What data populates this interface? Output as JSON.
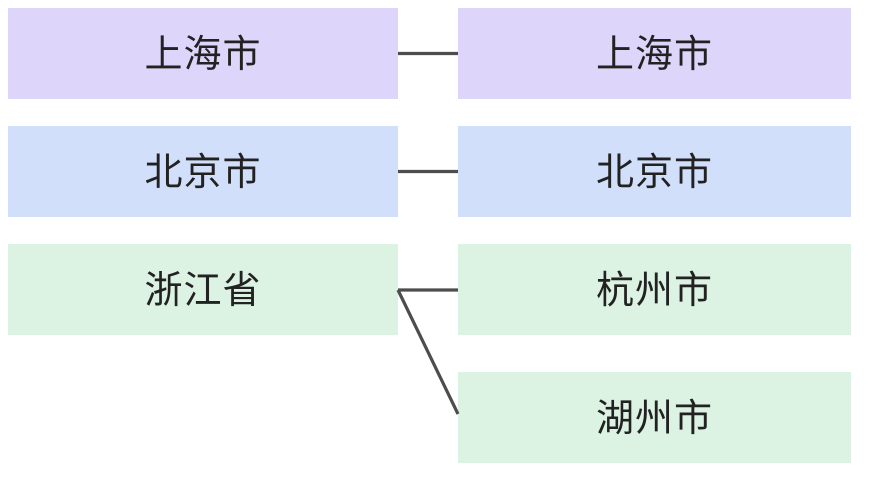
{
  "diagram": {
    "type": "mapping-diagram",
    "title": "",
    "colors": {
      "purple": "#DED6FA",
      "blue": "#D2DFFA",
      "green": "#DCF2E2",
      "connector": "#4D4D4D",
      "text": "#222222",
      "background": "#FFFFFF"
    },
    "left_column": [
      {
        "label": "上海市",
        "color_key": "purple"
      },
      {
        "label": "北京市",
        "color_key": "blue"
      },
      {
        "label": "浙江省",
        "color_key": "green"
      }
    ],
    "right_column": [
      {
        "label": "上海市",
        "color_key": "purple"
      },
      {
        "label": "北京市",
        "color_key": "blue"
      },
      {
        "label": "杭州市",
        "color_key": "green"
      },
      {
        "label": "湖州市",
        "color_key": "green"
      }
    ],
    "connectors": [
      {
        "from": "上海市",
        "to": "上海市",
        "kind": "straight"
      },
      {
        "from": "北京市",
        "to": "北京市",
        "kind": "straight"
      },
      {
        "from": "浙江省",
        "to": "杭州市",
        "kind": "straight"
      },
      {
        "from": "浙江省",
        "to": "湖州市",
        "kind": "diagonal"
      }
    ]
  }
}
